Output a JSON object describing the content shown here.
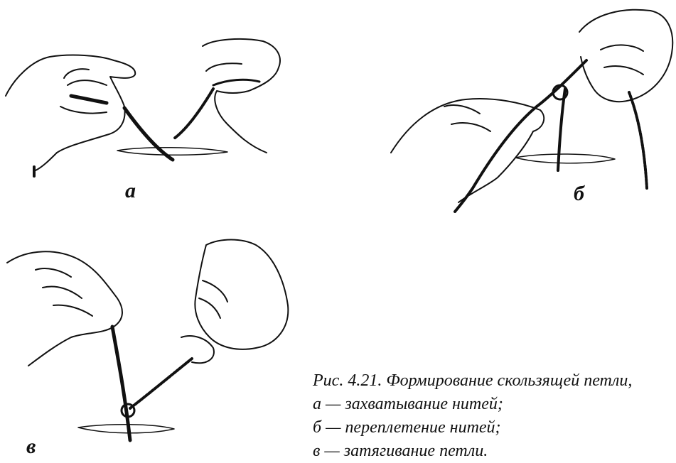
{
  "figure": {
    "panels": [
      {
        "letter": "а",
        "subject": "left hand and right hand holding suture threads above incision"
      },
      {
        "letter": "б",
        "subject": "threads crossed between fingers"
      },
      {
        "letter": "в",
        "subject": "knot tightened over incision"
      }
    ],
    "caption": {
      "title": "Рис. 4.21. Формирование скользящей петли,",
      "lines": [
        "а — захватывание нитей;",
        "б — переплетение нитей;",
        "в — затягивание петли."
      ]
    }
  }
}
